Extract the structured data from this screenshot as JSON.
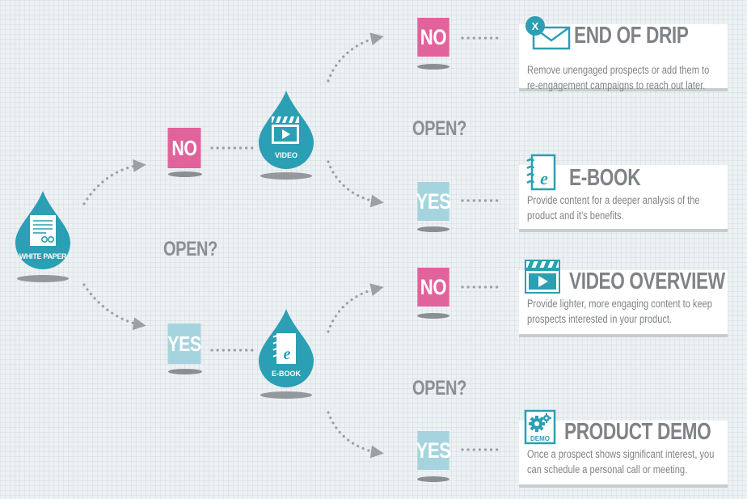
{
  "colors": {
    "teal": "#2b9fb4",
    "no_pink": "#e0639c",
    "yes_blue": "#a6d4de",
    "text_gray": "#8b8f93",
    "dots": "#9aa0a4"
  },
  "nodes": {
    "white_paper": {
      "label": "WHITE PAPER",
      "icon": "document-icon"
    },
    "video": {
      "label": "VIDEO",
      "icon": "video-clapper-icon"
    },
    "ebook": {
      "label": "E-BOOK",
      "icon": "ebook-icon"
    }
  },
  "decisions": {
    "first_no": "NO",
    "first_yes": "YES",
    "video_no": "NO",
    "video_yes": "YES",
    "ebook_no": "NO",
    "ebook_yes": "YES"
  },
  "open_labels": {
    "main": "OPEN?",
    "video": "OPEN?",
    "ebook": "OPEN?"
  },
  "outcomes": [
    {
      "title": "END OF DRIP",
      "icon": "envelope-x-icon",
      "icon_text": "X",
      "description_1": "Remove unengaged prospects or add them to",
      "description_2": "re-engagement campaigns to reach out later."
    },
    {
      "title": "E-BOOK",
      "icon": "ebook-icon",
      "icon_text": "e",
      "description_1": "Provide content for a deeper analysis of the",
      "description_2": "product and it's benefits."
    },
    {
      "title": "VIDEO OVERVIEW",
      "icon": "video-clapper-icon",
      "icon_text": "",
      "description_1": "Provide lighter, more engaging content to keep",
      "description_2": "prospects interested in your product."
    },
    {
      "title": "PRODUCT DEMO",
      "icon": "gears-demo-icon",
      "icon_text": "DEMO",
      "description_1": "Once a prospect shows significant interest, you",
      "description_2": "can schedule a personal call or meeting."
    }
  ]
}
